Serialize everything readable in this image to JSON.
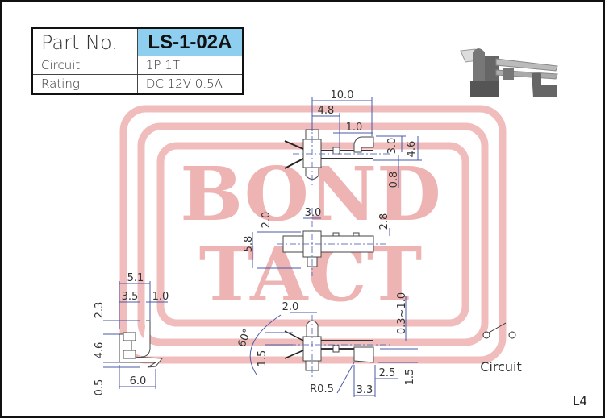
{
  "spec_table": {
    "part_no_label": "Part No.",
    "part_no_value": "LS-1-02A",
    "circuit_label": "Circuit",
    "circuit_value": "1P  1T",
    "rating_label": "Rating",
    "rating_value": "DC  12V  0.5A"
  },
  "watermark": {
    "line1": "BOND",
    "line2": "TACT"
  },
  "dimensions": {
    "top_view": {
      "overall_length": "10.0",
      "offset": "4.8",
      "gap": "1.0",
      "height_a": "3.0",
      "height_b": "4.6",
      "thickness": "0.8"
    },
    "plan_view": {
      "width": "3.0",
      "offset_a": "2.0",
      "offset_b": "2.8",
      "overall": "5.8"
    },
    "side_view": {
      "width_a": "5.1",
      "width_b": "3.5",
      "width_c": "1.0",
      "height_a": "2.3",
      "height_b": "4.6",
      "height_c": "0.5",
      "base": "6.0"
    },
    "front_view": {
      "spacing": "2.0",
      "angle": "60°",
      "pitch": "1.5",
      "travel": "0.3~1.0",
      "radius": "R0.5",
      "length_a": "3.3",
      "length_b": "2.5",
      "height": "1.5"
    }
  },
  "circuit_label": "Circuit",
  "page_label": "L4",
  "colors": {
    "accent": "#8ecff0",
    "watermark": "#eeb3b3",
    "dimension_line": "#4a5aa8"
  }
}
